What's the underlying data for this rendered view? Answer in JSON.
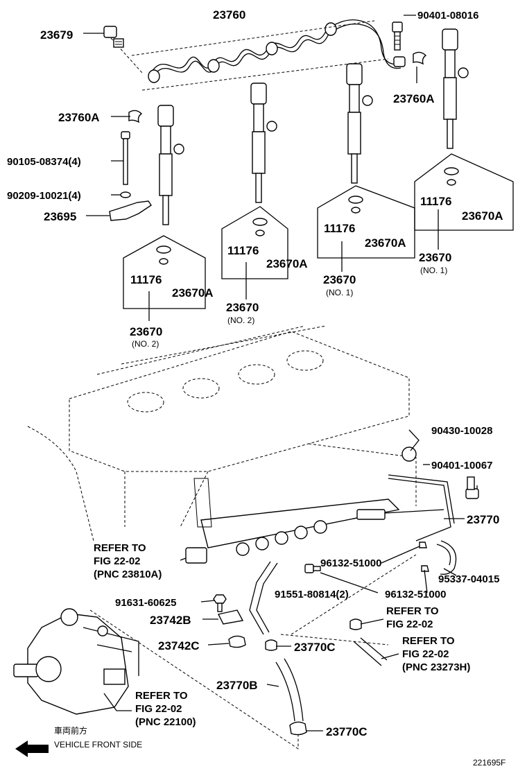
{
  "figure_id": "221695F",
  "direction": {
    "jp": "車両前方",
    "en": "VEHICLE FRONT SIDE"
  },
  "labels": {
    "p23760": "23760",
    "p23679": "23679",
    "p90401_08016": "90401-08016",
    "p23760A_left": "23760A",
    "p23760A_right": "23760A",
    "p90105": "90105-08374(4)",
    "p90209": "90209-10021(4)",
    "p23695": "23695",
    "inj1_11176": "11176",
    "inj1_23670A": "23670A",
    "inj1_23670": "23670",
    "inj1_no": "(NO. 2)",
    "inj2_11176": "11176",
    "inj2_23670A": "23670A",
    "inj2_23670": "23670",
    "inj2_no": "(NO. 2)",
    "inj3_11176": "11176",
    "inj3_23670A": "23670A",
    "inj3_23670": "23670",
    "inj3_no": "(NO. 1)",
    "inj4_11176": "11176",
    "inj4_23670A": "23670A",
    "inj4_23670": "23670",
    "inj4_no": "(NO. 1)",
    "p90430": "90430-10028",
    "p90401_10067": "90401-10067",
    "p23770": "23770",
    "refer1_a": "REFER TO",
    "refer1_b": "FIG 22-02",
    "refer1_c": "(PNC 23810A)",
    "p96132_a": "96132-51000",
    "p95337": "95337-04015",
    "p91551": "91551-80814(2)",
    "p96132_b": "96132-51000",
    "p91631": "91631-60625",
    "p23742B": "23742B",
    "p23742C": "23742C",
    "p23770C_a": "23770C",
    "refer2_a": "REFER TO",
    "refer2_b": "FIG 22-02",
    "refer3_a": "REFER TO",
    "refer3_b": "FIG 22-02",
    "refer3_c": "(PNC 23273H)",
    "p23770B": "23770B",
    "refer4_a": "REFER TO",
    "refer4_b": "FIG 22-02",
    "refer4_c": "(PNC 22100)",
    "p23770C_b": "23770C"
  }
}
